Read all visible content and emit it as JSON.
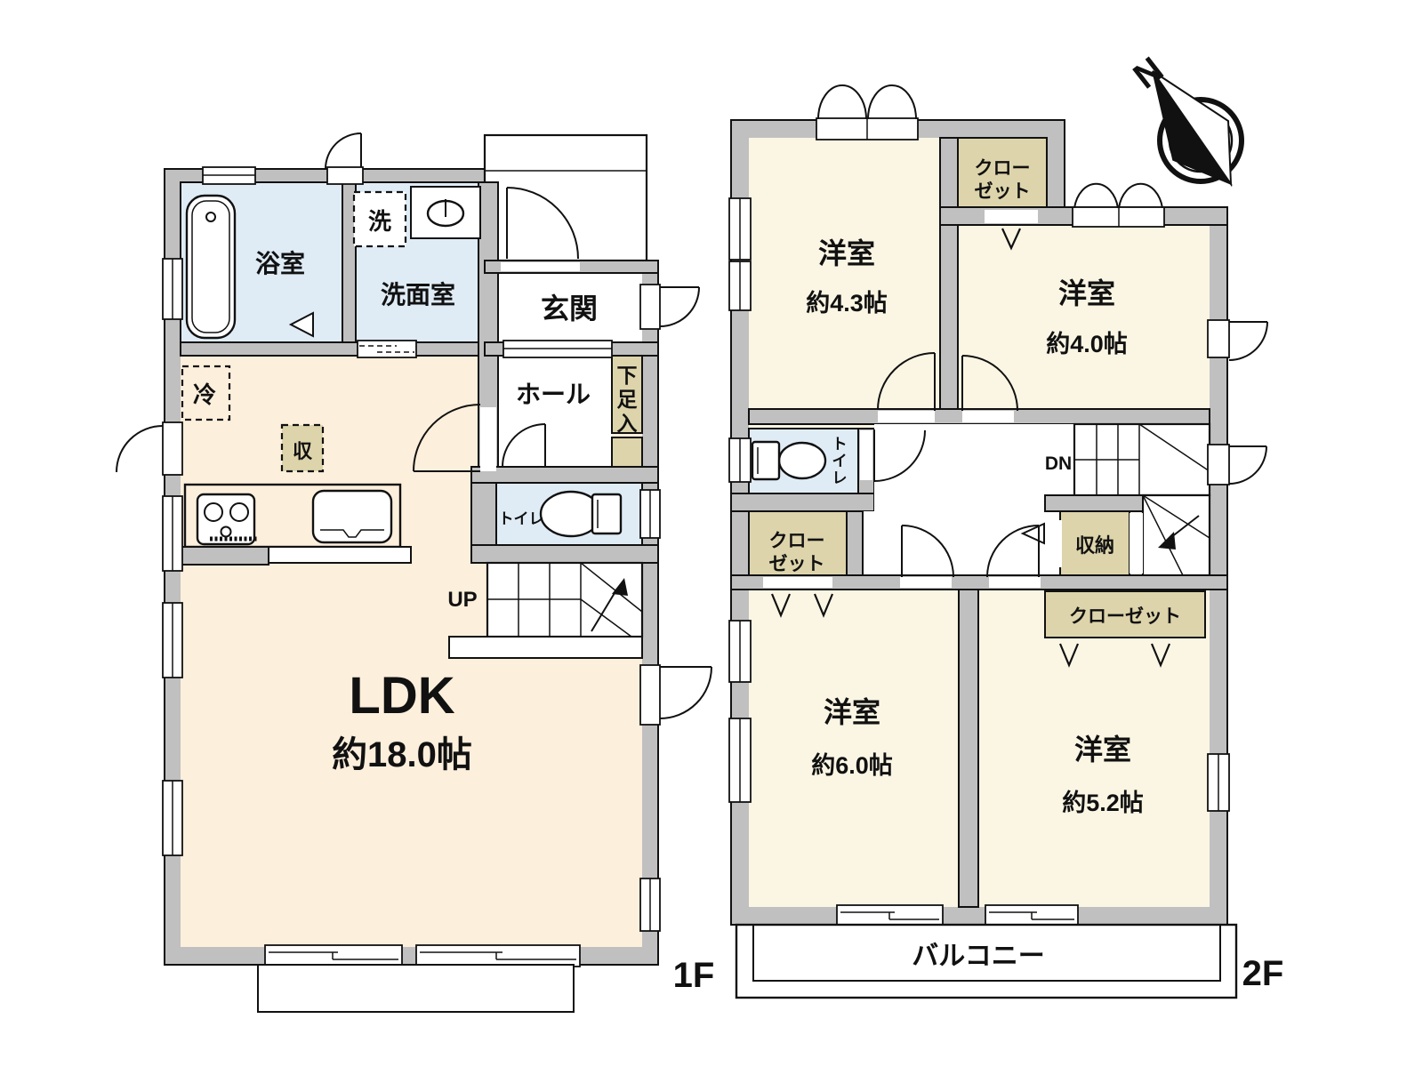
{
  "compass": {
    "north": "N"
  },
  "floor1": {
    "label": "1F",
    "bathroom": "浴室",
    "washer": "洗",
    "washroom": "洗面室",
    "entrance": "玄関",
    "hall": "ホール",
    "shoe_cabinet": [
      "下",
      "足",
      "入"
    ],
    "fridge": "冷",
    "storage": "収",
    "toilet": "トイレ",
    "stairs": "UP",
    "ldk": "LDK",
    "ldk_size": "約18.0帖"
  },
  "floor2": {
    "label": "2F",
    "bedroom_a": {
      "name": "洋室",
      "size": "約4.3帖"
    },
    "bedroom_b": {
      "name": "洋室",
      "size": "約4.0帖"
    },
    "bedroom_c": {
      "name": "洋室",
      "size": "約6.0帖"
    },
    "bedroom_d": {
      "name": "洋室",
      "size": "約5.2帖"
    },
    "closet_top": {
      "line1": "クロー",
      "line2": "ゼット"
    },
    "closet_left": {
      "line1": "クロー",
      "line2": "ゼット"
    },
    "closet_right": "クローゼット",
    "toilet": [
      "ト",
      "イ",
      "レ"
    ],
    "storage": "収納",
    "stairs": "DN",
    "balcony": "バルコニー"
  },
  "colors": {
    "wall": "#c0c0c0",
    "room_1f": "#fcefdc",
    "room_2f": "#fbf6e4",
    "water": "#dfecf6",
    "closet": "#ddd4ab",
    "line": "#111111"
  }
}
